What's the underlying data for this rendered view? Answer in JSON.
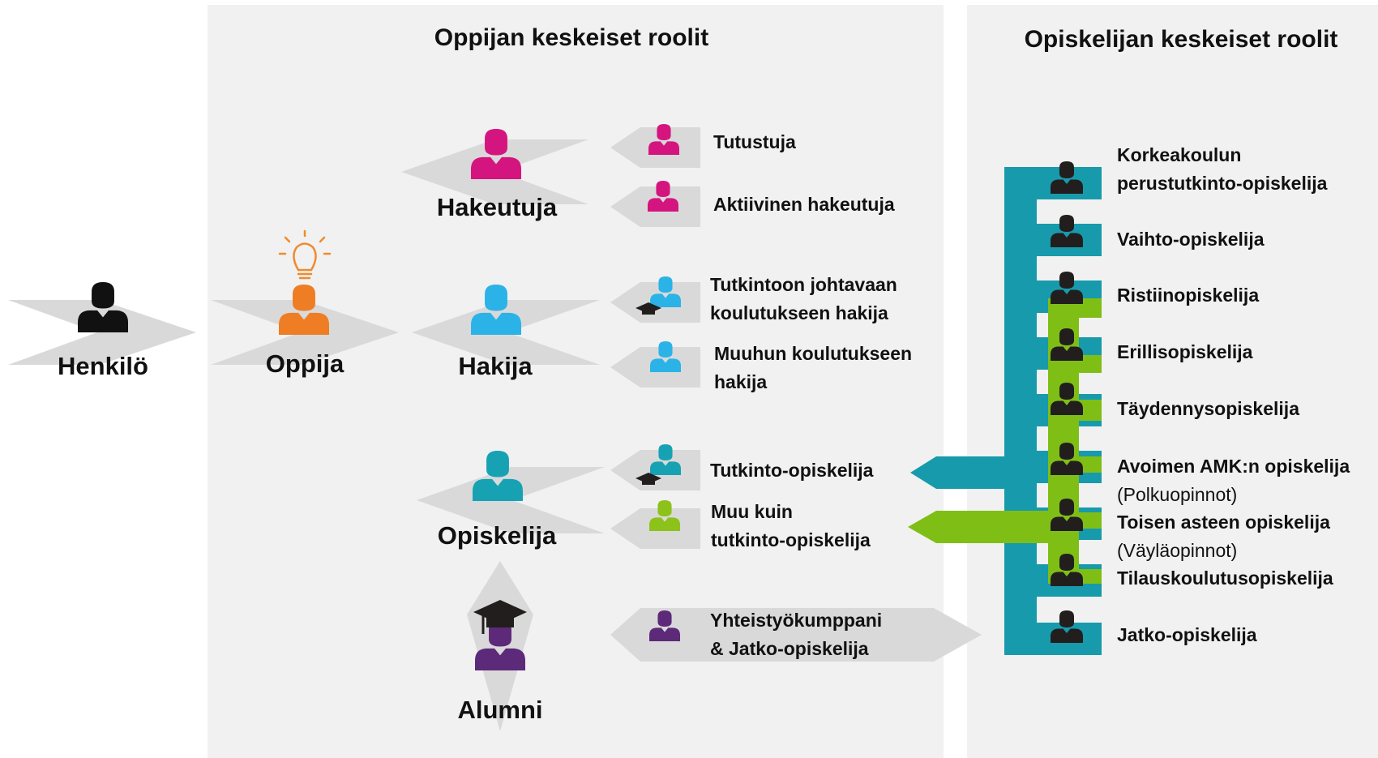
{
  "colors": {
    "panel_bg": "#f1f1f1",
    "arrow_gray": "#d9d9d9",
    "black": "#111111",
    "orange": "#ee7d23",
    "magenta": "#d4157f",
    "sky": "#2bb3e8",
    "teal": "#17a2b4",
    "lime": "#8cc21a",
    "purple": "#5c2a78",
    "dark_person": "#221e1e",
    "bracket_teal": "#179aac",
    "bracket_lime": "#7fbf15",
    "bulb": "#f08b2c"
  },
  "headers": {
    "left": "Oppijan keskeiset roolit",
    "right": "Opiskelijan keskeiset roolit"
  },
  "stages": {
    "henkilo": "Henkilö",
    "oppija": "Oppija",
    "hakeutuja": "Hakeutuja",
    "hakija": "Hakija",
    "opiskelija": "Opiskelija",
    "alumni": "Alumni"
  },
  "roles": {
    "tutustuja": "Tutustuja",
    "aktiivinen": "Aktiivinen hakeutuja",
    "tutkintoon_1": "Tutkintoon johtavaan",
    "tutkintoon_2": "koulutukseen hakija",
    "muuhun_1": "Muuhun koulutukseen",
    "muuhun_2": "hakija",
    "tutkinto_op": "Tutkinto-opiskelija",
    "muu_1": "Muu kuin",
    "muu_2": "tutkinto-opiskelija",
    "yhteistyo_1": "Yhteistyökumppani",
    "yhteistyo_2": "& Jatko-opiskelija"
  },
  "student_roles": {
    "korkeakoulun_1": "Korkeakoulun",
    "korkeakoulun_2": "perustutkinto-opiskelija",
    "vaihto": "Vaihto-opiskelija",
    "ristiin": "Ristiinopiskelija",
    "erillis": "Erillisopiskelija",
    "taydennys": "Täydennysopiskelija",
    "avoimen": "Avoimen AMK:n opiskelija",
    "avoimen_note": "(Polkuopinnot)",
    "toisen": "Toisen asteen opiskelija",
    "toisen_note": "(Väyläopinnot)",
    "tilaus": "Tilauskoulutusopiskelija",
    "jatko": "Jatko-opiskelija"
  },
  "icons": {
    "person": "person-icon",
    "bulb": "lightbulb-icon",
    "cap": "graduation-cap-icon"
  }
}
